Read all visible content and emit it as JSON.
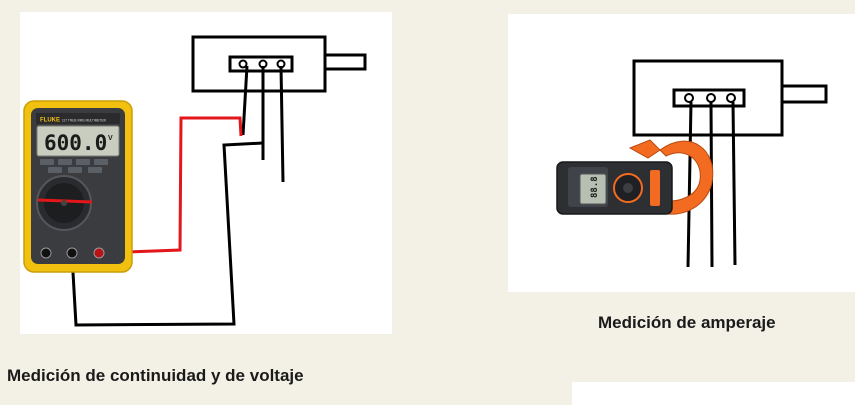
{
  "captions": {
    "left": "Medición de continuidad y de voltaje",
    "right": "Medición de amperaje"
  },
  "multimeter": {
    "brand": "FLUKE",
    "model": "117 TRUE RMS MULTIMETER",
    "display": "600.0",
    "display_unit": "V"
  },
  "clamp_meter": {
    "display": "88.8"
  },
  "colors": {
    "wire_black": "#000000",
    "wire_red": "#e3161a",
    "multimeter_body": "#f2c10f",
    "clamp_jaw": "#f36b21"
  }
}
